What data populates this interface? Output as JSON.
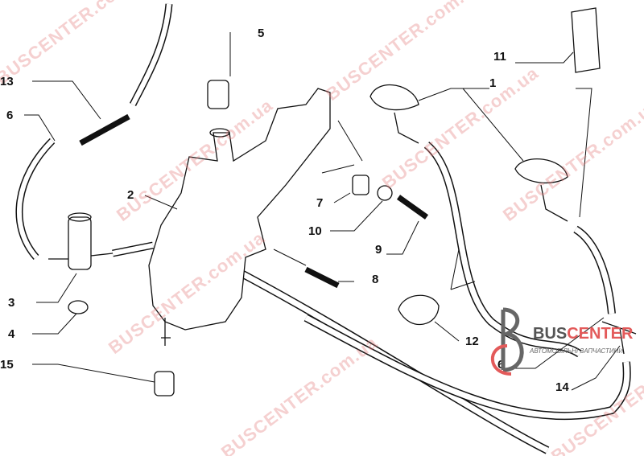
{
  "watermark": "BUSCENTER.com.ua",
  "logo": {
    "brand_a": "BUS",
    "brand_b": "CENTER",
    "subtitle": "АВТОМОБІЛЬНІ ЗАПЧАСТИНИ"
  },
  "callouts": {
    "c1": "1",
    "c2": "2",
    "c3": "3",
    "c4": "4",
    "c5": "5",
    "c6a": "6",
    "c6b": "6",
    "c7": "7",
    "c8": "8",
    "c9": "9",
    "c10": "10",
    "c11": "11",
    "c12": "12",
    "c13": "13",
    "c14": "14",
    "c15": "15"
  },
  "colors": {
    "line": "#111111",
    "watermark": "#e07878",
    "logo_accent": "#e35a5a"
  }
}
